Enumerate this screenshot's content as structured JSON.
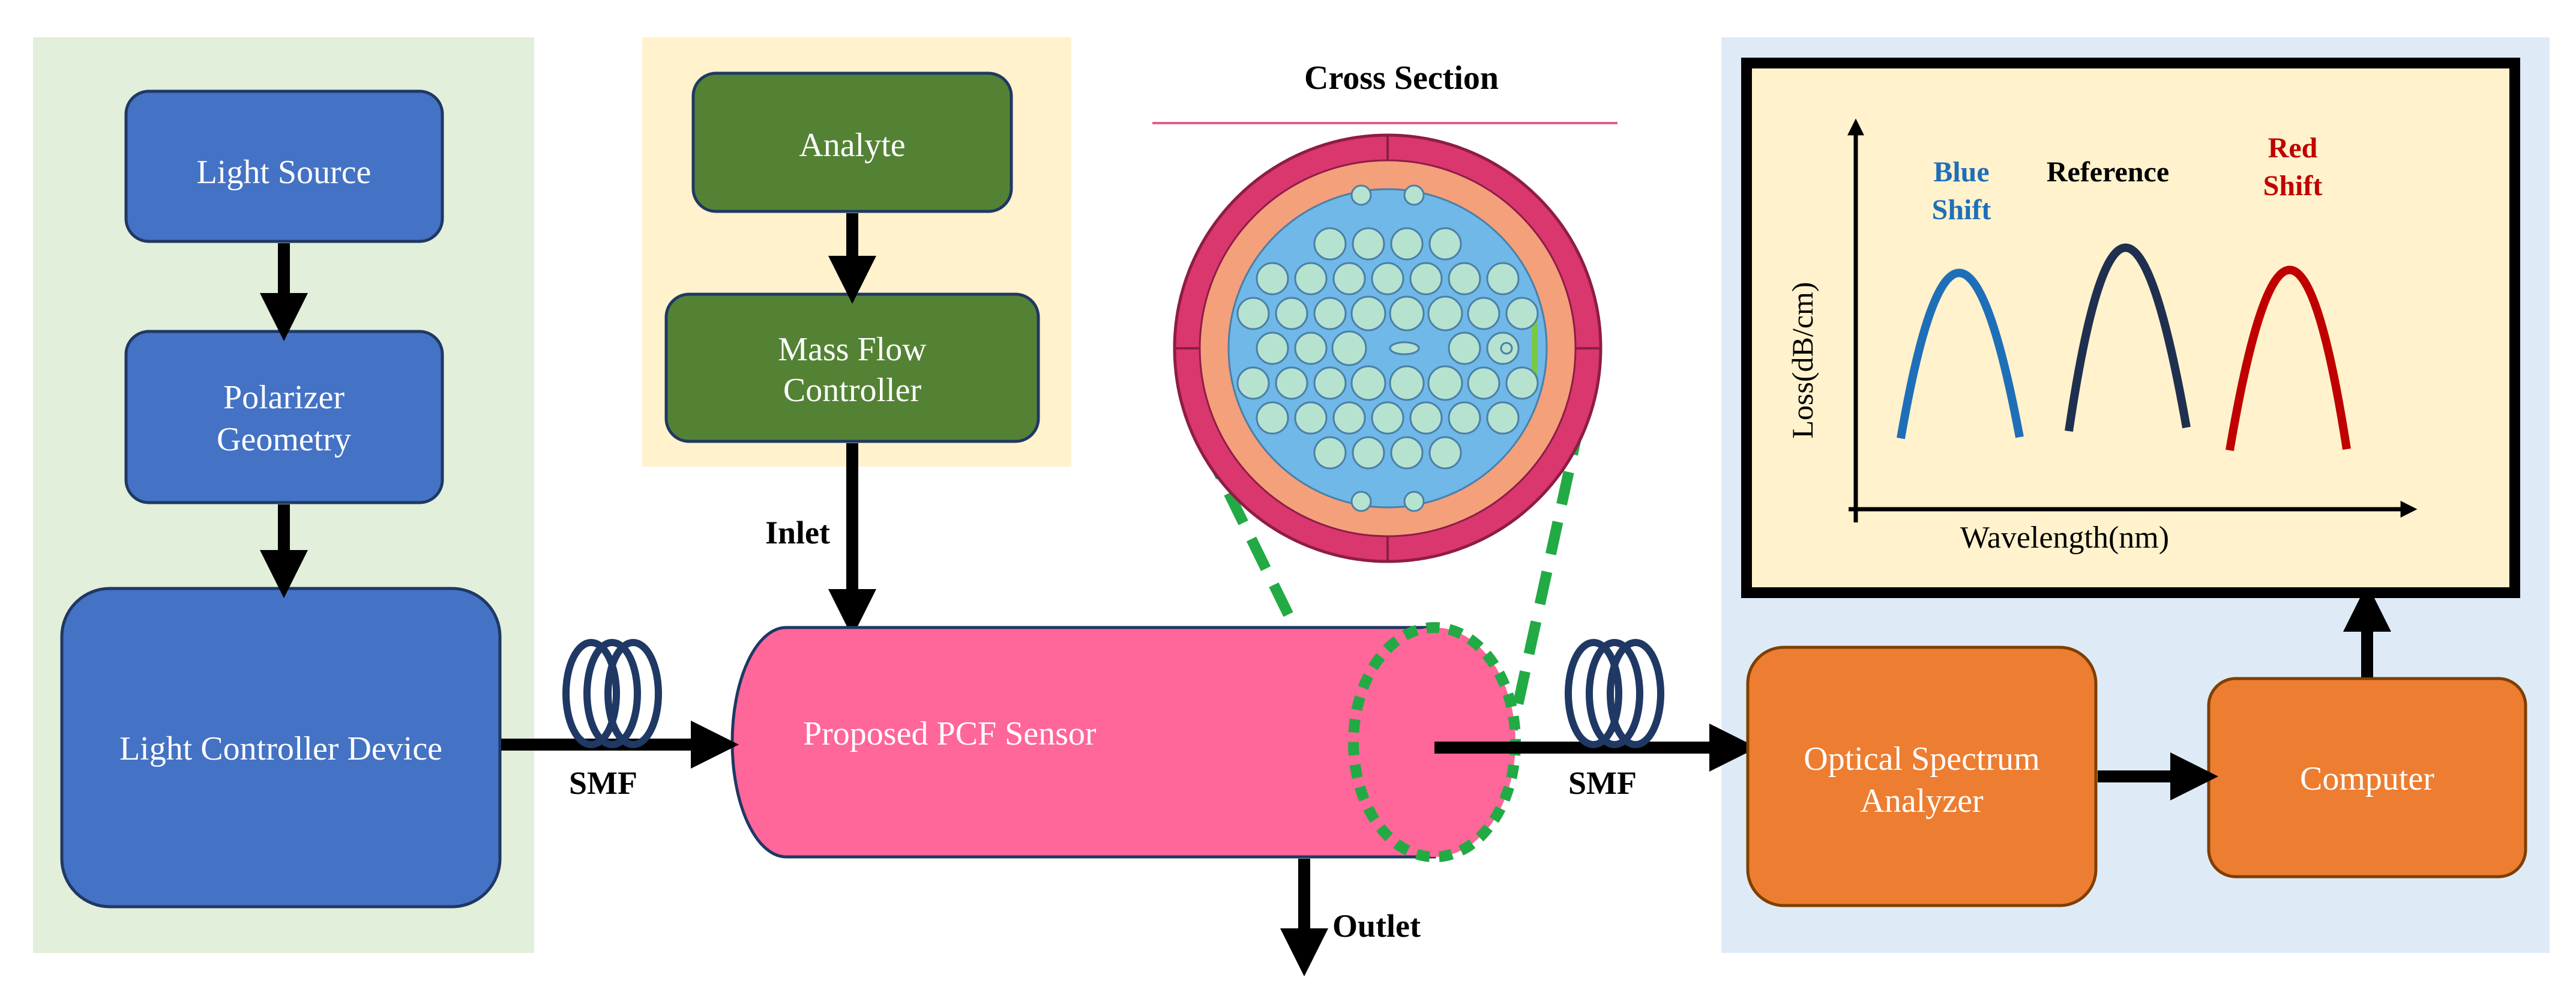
{
  "colors": {
    "panel_green": "#E2EFDA",
    "panel_yellow": "#FFF2CC",
    "panel_blue": "#DEEBF7",
    "blue_box": "#4472C4",
    "green_box": "#548235",
    "orange_box": "#ED7D31",
    "sensor_pink": "#FF6699",
    "ring_outer": "#D9376E",
    "ring_inner": "#F4A07A",
    "core": "#6FB8E8",
    "hole": "#B6E2D0",
    "dashed_green": "#22AA44",
    "blue_shift": "#1F6FB8",
    "reference": "#1F2F4F",
    "red_shift": "#C00000"
  },
  "boxes": {
    "light_source": "Light Source",
    "polarizer_line1": "Polarizer",
    "polarizer_line2": "Geometry",
    "light_controller": "Light Controller Device",
    "analyte": "Analyte",
    "mfc_line1": "Mass Flow",
    "mfc_line2": "Controller",
    "sensor": "Proposed PCF Sensor",
    "osa_line1": "Optical Spectrum",
    "osa_line2": "Analyzer",
    "computer": "Computer"
  },
  "labels": {
    "cross_section": "Cross Section",
    "inlet": "Inlet",
    "outlet": "Outlet",
    "smf_left": "SMF",
    "smf_right": "SMF"
  },
  "graph": {
    "ylabel": "Loss(dB/cm)",
    "xlabel": "Wavelength(nm)",
    "blue_line1": "Blue",
    "blue_line2": "Shift",
    "reference": "Reference",
    "red_line1": "Red",
    "red_line2": "Shift"
  }
}
